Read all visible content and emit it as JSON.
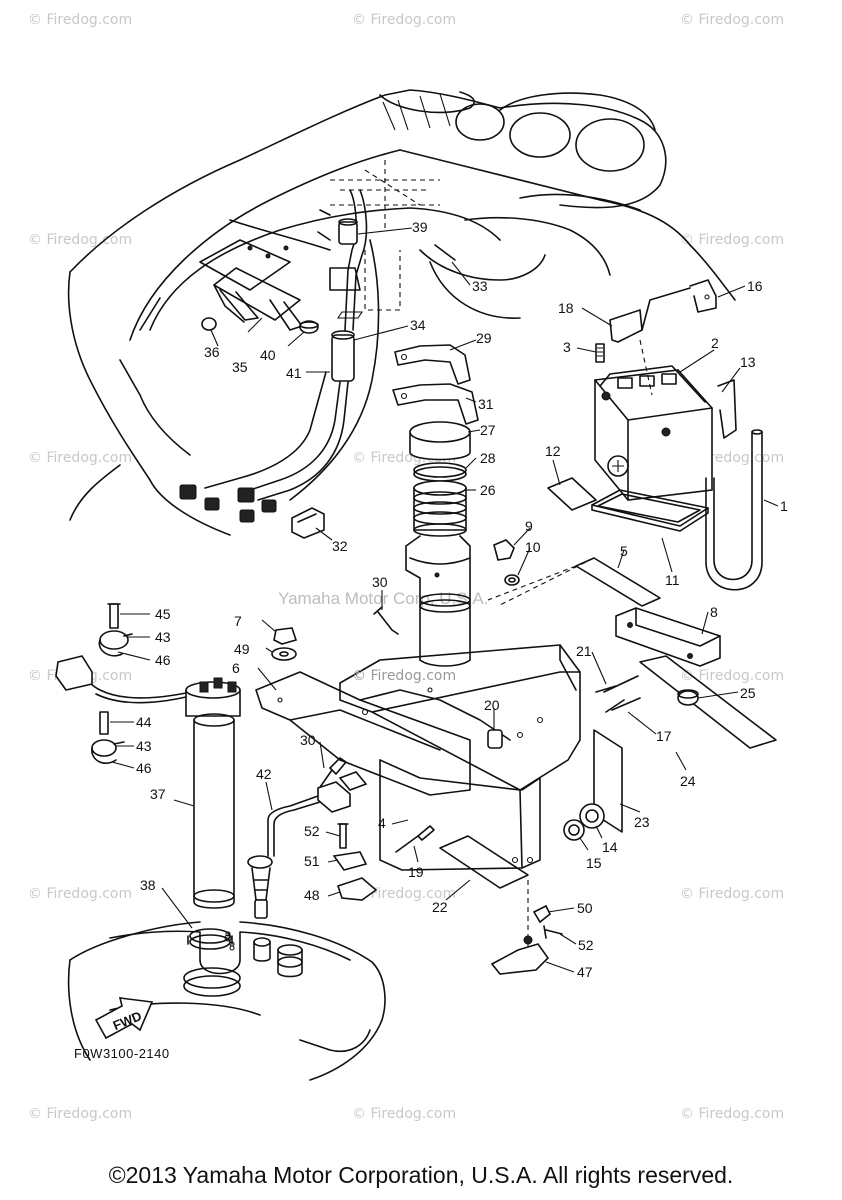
{
  "watermark": {
    "text": "© Firedog.com",
    "center_text": "© Firedog.com",
    "yamaha_text": "Yamaha Motor Corp, U.S.A."
  },
  "labels": {
    "p1": "1",
    "p2": "2",
    "p3": "3",
    "p4": "4",
    "p5": "5",
    "p6": "6",
    "p7": "7",
    "p8": "8",
    "p9": "9",
    "p10": "10",
    "p11": "11",
    "p12": "12",
    "p13": "13",
    "p14": "14",
    "p15": "15",
    "p16": "16",
    "p17": "17",
    "p18": "18",
    "p19": "19",
    "p20": "20",
    "p21": "21",
    "p22": "22",
    "p23": "23",
    "p24": "24",
    "p25": "25",
    "p26": "26",
    "p27": "27",
    "p28": "28",
    "p29": "29",
    "p30a": "30",
    "p30b": "30",
    "p31": "31",
    "p32": "32",
    "p33": "33",
    "p34": "34",
    "p35": "35",
    "p36": "36",
    "p37": "37",
    "p38": "38",
    "p39": "39",
    "p40": "40",
    "p41": "41",
    "p42": "42",
    "p43a": "43",
    "p43b": "43",
    "p44": "44",
    "p45": "45",
    "p46a": "46",
    "p46b": "46",
    "p47": "47",
    "p48": "48",
    "p49": "49",
    "p50": "50",
    "p51": "51",
    "p52a": "52",
    "p52b": "52"
  },
  "fwd_label": "FWD",
  "drawing_ref": "F0W3100-2140",
  "copyright": "©2013 Yamaha Motor Corporation, U.S.A. All rights reserved."
}
